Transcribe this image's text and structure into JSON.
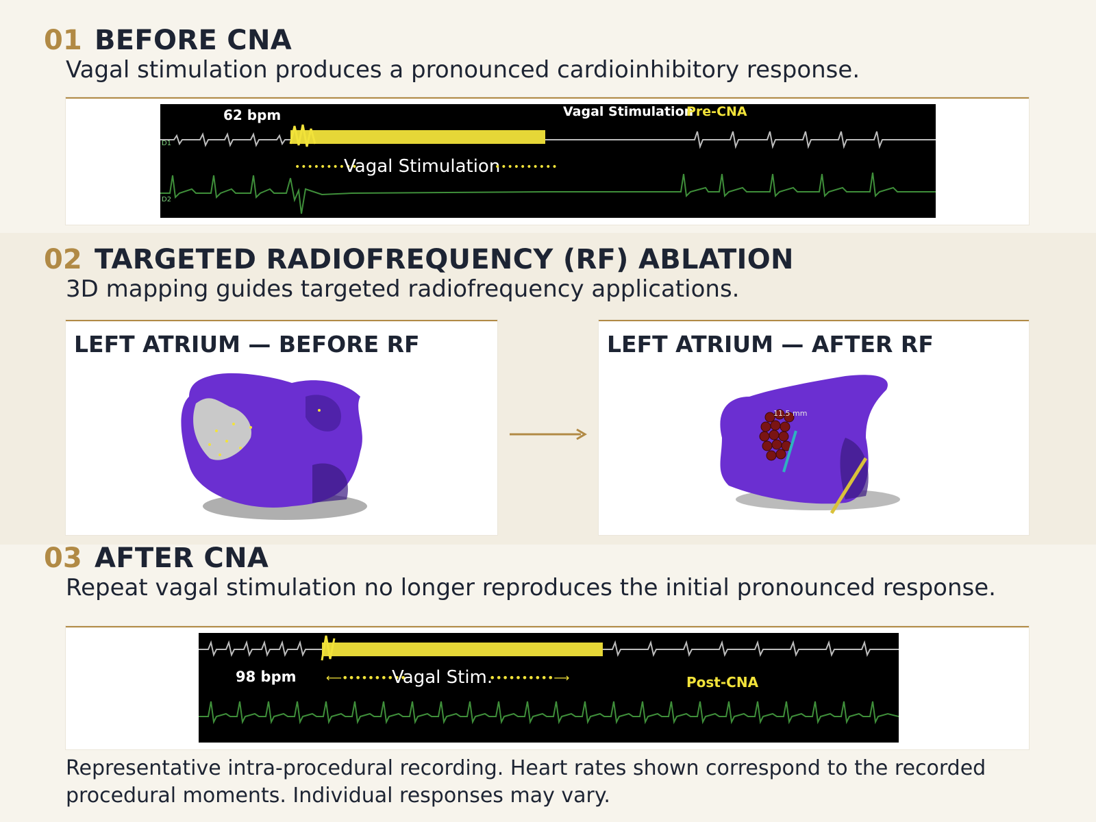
{
  "sections": [
    {
      "number": "01",
      "title": "BEFORE CNA",
      "subtitle": "Vagal stimulation produces a pronounced cardioinhibitory response.",
      "recording": {
        "rate": "62 bpm",
        "caption_prefix": "Vagal Stimulation",
        "caption_suffix": "Pre-CNA",
        "stim_label": "Vagal Stimulation",
        "lead_1": "D1",
        "lead_2": "D2"
      }
    },
    {
      "number": "02",
      "title": "TARGETED RADIOFREQUENCY (RF) ABLATION",
      "subtitle": "3D mapping guides targeted radiofrequency applications.",
      "before_title": "LEFT ATRIUM — BEFORE RF",
      "after_title": "LEFT ATRIUM — AFTER RF",
      "after_measurement": "11.5 mm"
    },
    {
      "number": "03",
      "title": "AFTER CNA",
      "subtitle": "Repeat vagal stimulation no longer reproduces the initial pronounced response.",
      "recording": {
        "rate": "98 bpm",
        "stim_label": "Vagal Stim.",
        "caption": "Post-CNA"
      }
    }
  ],
  "footnote": "Representative intra-procedural recording. Heart rates shown correspond to the recorded procedural moments. Individual responses may vary.",
  "colors": {
    "accent": "#b18a45",
    "text": "#1d2433",
    "stimulation": "#f2e33a",
    "ecg_trace": "#3f8f3a",
    "atrium": "#6b2fd1"
  }
}
